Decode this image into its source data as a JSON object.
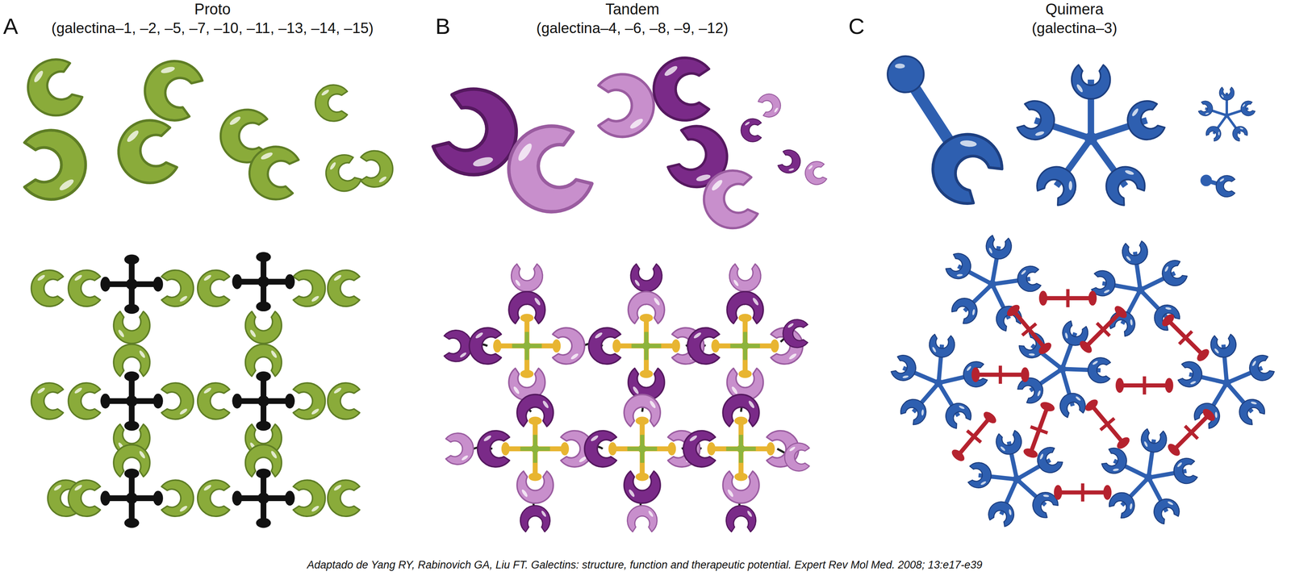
{
  "diagram": {
    "caption": "Adaptado de Yang RY, Rabinovich GA, Liu FT. Galectins: structure, function and therapeutic potential. Expert Rev Mol Med. 2008; 13:e17-e39",
    "labels": [
      "A",
      "Proto",
      "(galectina–1, –2, –5, –7, –10, –11, –13, –14, –15)",
      "B",
      "Tandem",
      "(galectina–4, –6, –8, –9, –12)",
      "C",
      "Quimera",
      "(galectina–3)"
    ]
  }
}
